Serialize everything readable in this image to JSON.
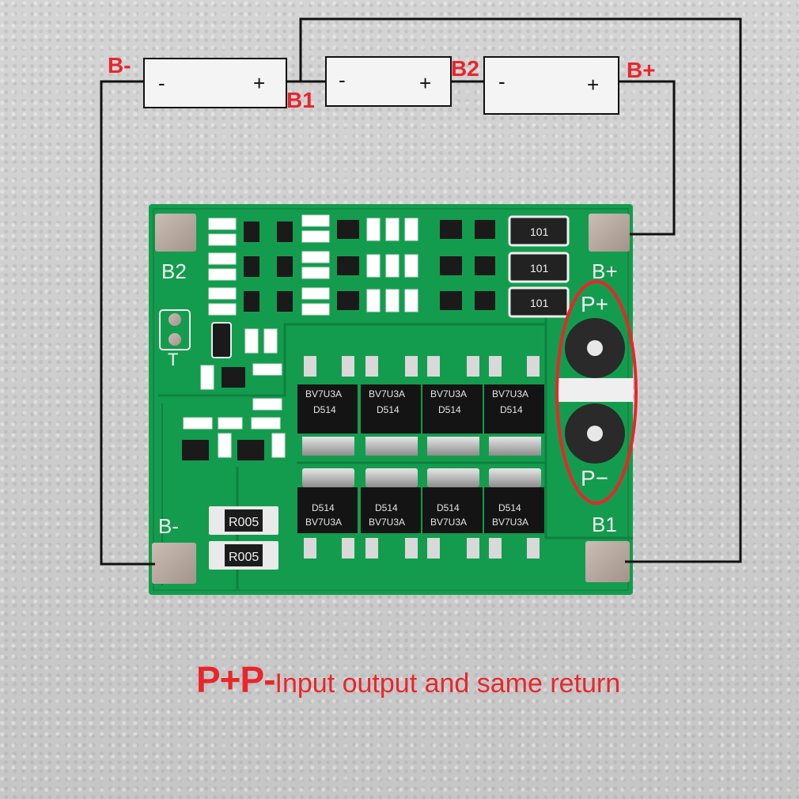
{
  "wiring": {
    "b_minus": "B-",
    "b1": "B1",
    "b2": "B2",
    "b_plus": "B+"
  },
  "cells": [
    {
      "neg": "-",
      "pos": "+"
    },
    {
      "neg": "-",
      "pos": "+"
    },
    {
      "neg": "-",
      "pos": "+"
    }
  ],
  "board": {
    "pad_b2": "B2",
    "pad_b_plus": "B+",
    "pad_b_minus": "B-",
    "pad_b1": "B1",
    "p_plus": "P+",
    "p_minus": "P−",
    "thermistor": "T",
    "chip_resistor": "101",
    "shunt": "R005",
    "mosfet_top": "BV7U3A",
    "mosfet_code": "D514",
    "mosfet_bottom": "BV7U3A"
  },
  "caption": {
    "bold": "P+P-",
    "rest": "Input output and same return"
  },
  "colors": {
    "pcb": "#149c4e",
    "silk": "#f2f2f2",
    "label_red": "#e8262c",
    "wire": "#111111",
    "pad": "#b9a9a0"
  }
}
